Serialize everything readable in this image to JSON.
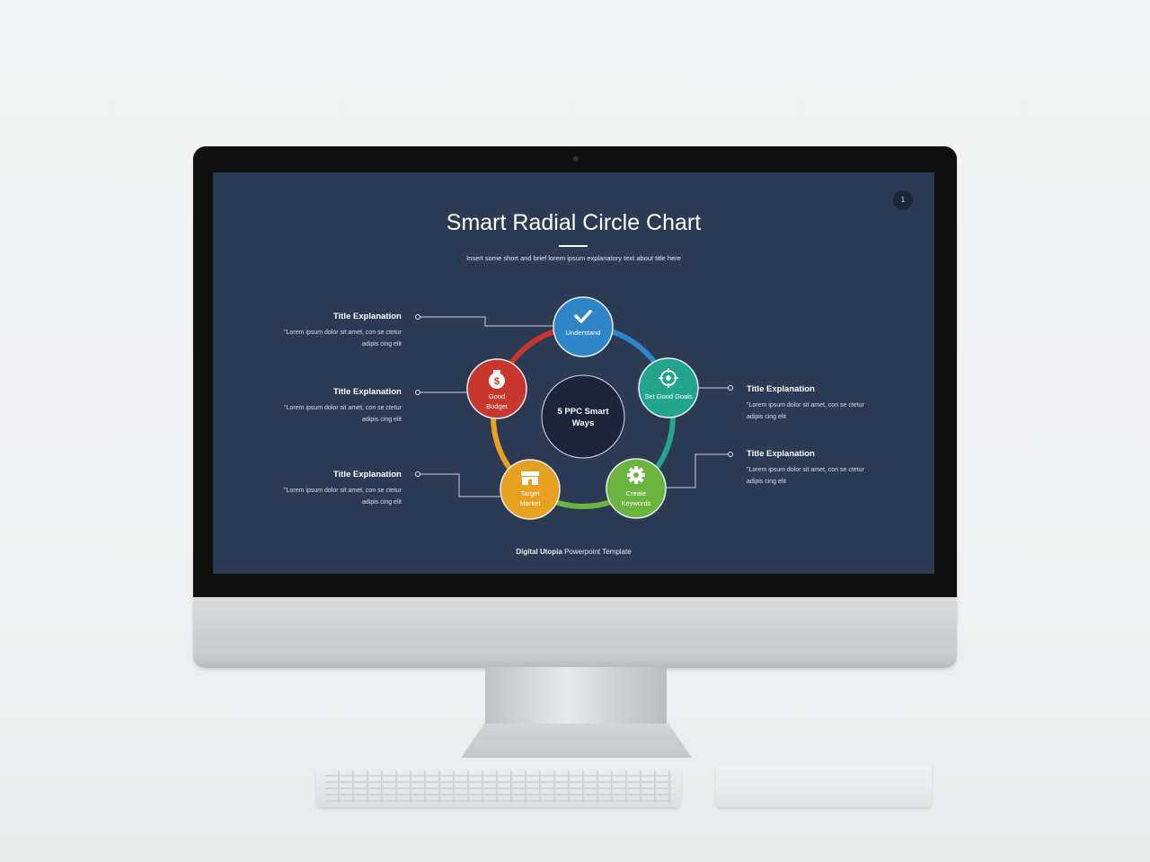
{
  "slide": {
    "title": "Smart Radial Circle Chart",
    "subtitle": "Insert some short and brief lorem ipsum explanatory text about title here",
    "page_number": "1",
    "footer_brand": "Digital Utopia",
    "footer_rest": " Powerpoint Template",
    "background_color": "#2c3a53"
  },
  "diagram": {
    "center_label_line1": "5 PPC Smart",
    "center_label_line2": "Ways",
    "nodes": [
      {
        "label_line1": "Understand",
        "label_line2": "",
        "color": "#2e86c8",
        "icon": "checkmark-icon"
      },
      {
        "label_line1": "Set Good Goals",
        "label_line2": "",
        "color": "#23a58c",
        "icon": "target-icon"
      },
      {
        "label_line1": "Create",
        "label_line2": "Keywords",
        "color": "#6ab43f",
        "icon": "gear-icon"
      },
      {
        "label_line1": "Target",
        "label_line2": "Market",
        "color": "#e6a121",
        "icon": "shop-icon"
      },
      {
        "label_line1": "Good",
        "label_line2": "Budget",
        "color": "#c8362e",
        "icon": "money-bag-icon"
      }
    ]
  },
  "explanations": [
    {
      "title": "Title Explanation",
      "text": "\"Lorem ipsum dolor  sit amet, con se ctetur adipis cing elit"
    },
    {
      "title": "Title Explanation",
      "text": "\"Lorem ipsum dolor  sit amet, con se ctetur adipis cing elit"
    },
    {
      "title": "Title Explanation",
      "text": "\"Lorem ipsum dolor  sit amet, con se ctetur adipis cing elit"
    },
    {
      "title": "Title Explanation",
      "text": "\"Lorem ipsum dolor  sit amet, con se ctetur adipis cing elit"
    },
    {
      "title": "Title Explanation",
      "text": "\"Lorem ipsum dolor  sit amet, con se ctetur adipis cing elit"
    }
  ]
}
